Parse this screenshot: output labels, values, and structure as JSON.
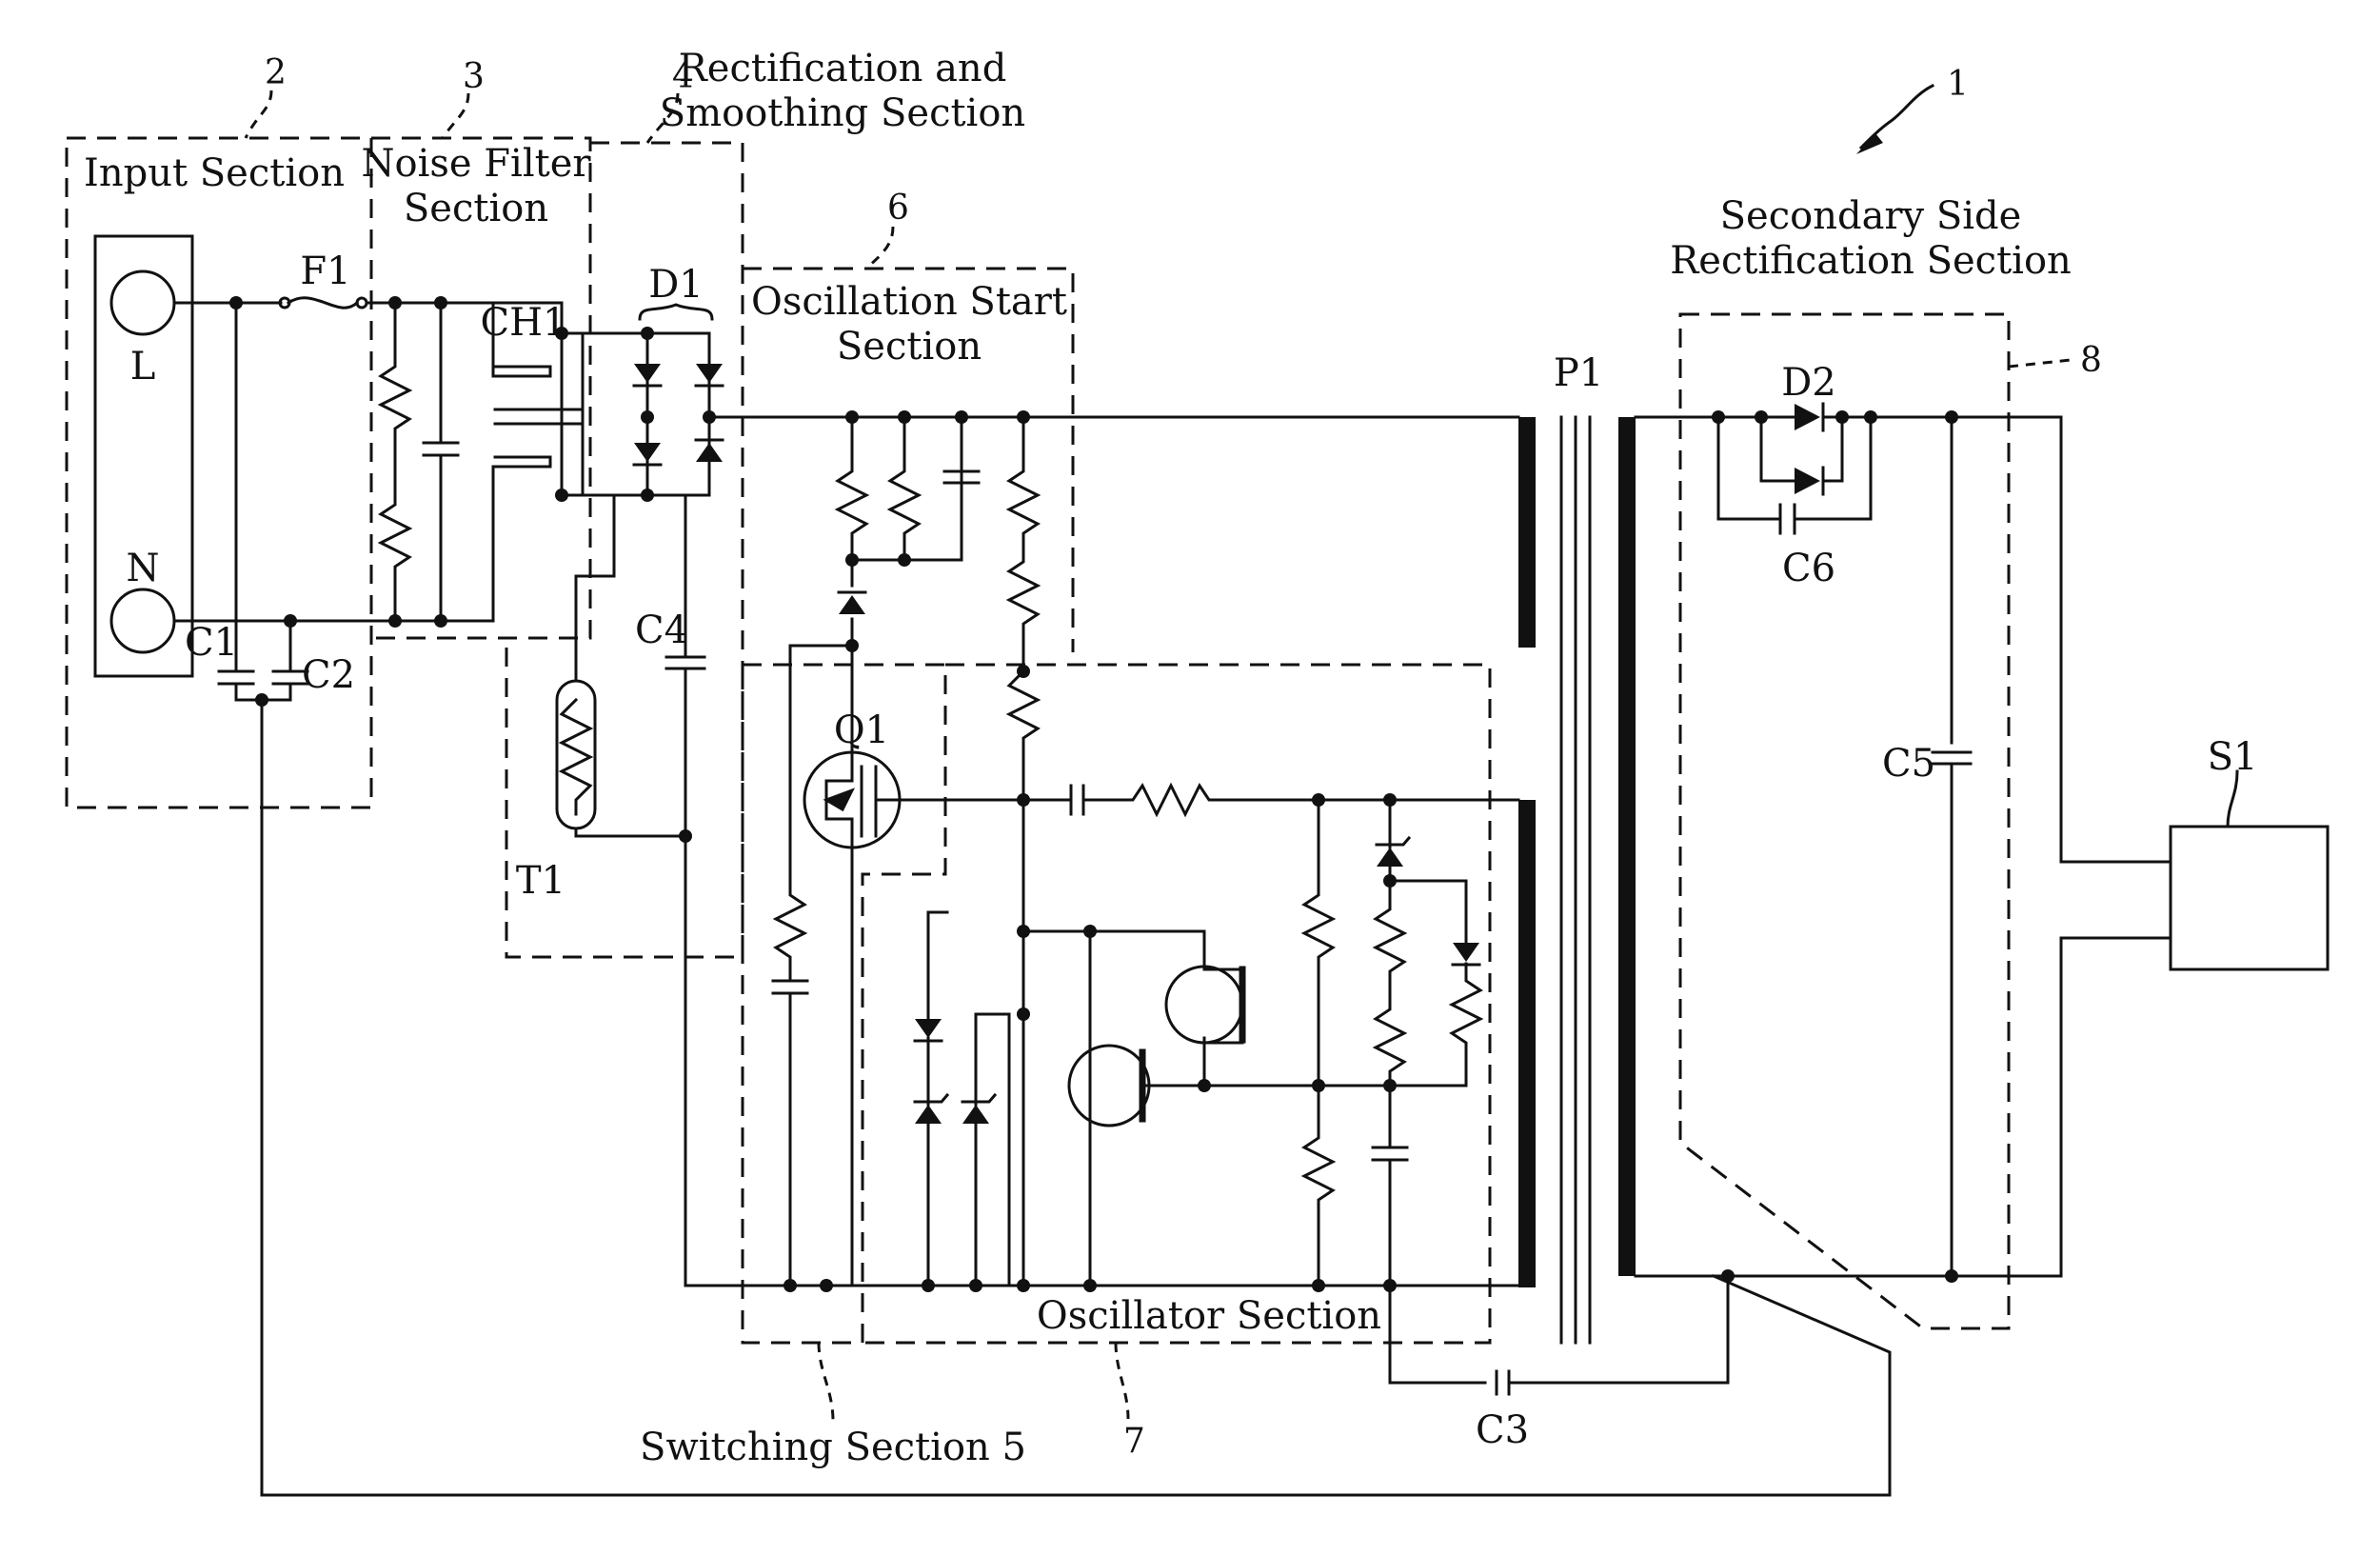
{
  "labels": {
    "input_section": "Input  Section",
    "noise_filter_l1": "Noise Filter",
    "noise_filter_l2": "Section",
    "rect_smooth_l1": "Rectification and",
    "rect_smooth_l2": "Smoothing Section",
    "osc_start_l1": "Oscillation Start",
    "osc_start_l2": "Section",
    "secondary_l1": "Secondary Side",
    "secondary_l2": "Rectification Section",
    "oscillator_section": "Oscillator Section",
    "switching_section": "Switching Section 5"
  },
  "refs": {
    "n1": "1",
    "n2": "2",
    "n3": "3",
    "n4": "4",
    "n6": "6",
    "n7": "7",
    "n8": "8"
  },
  "components": {
    "L": "L",
    "N": "N",
    "F1": "F1",
    "CH1": "CH1",
    "D1": "D1",
    "C1": "C1",
    "C2": "C2",
    "C4": "C4",
    "T1": "T1",
    "Q1": "Q1",
    "P1": "P1",
    "D2": "D2",
    "C6": "C6",
    "C5": "C5",
    "C3": "C3",
    "S1": "S1"
  }
}
